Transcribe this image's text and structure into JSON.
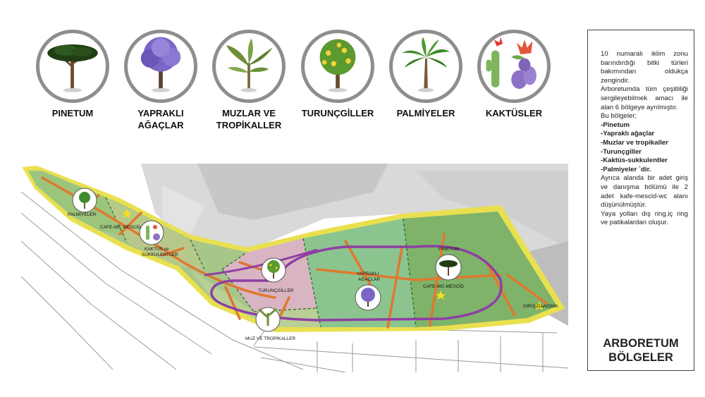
{
  "legend": [
    {
      "id": "pinetum",
      "lines": [
        "PINETUM"
      ],
      "icon": "pine-tree-icon"
    },
    {
      "id": "yaprakli",
      "lines": [
        "YAPRAKLI",
        "AĞAÇLAR"
      ],
      "icon": "jacaranda-tree-icon"
    },
    {
      "id": "muzlar",
      "lines": [
        "MUZLAR VE",
        "TROPİKALLER"
      ],
      "icon": "banana-plant-icon"
    },
    {
      "id": "turuncgiller",
      "lines": [
        "TURUNÇGİLLER"
      ],
      "icon": "citrus-tree-icon"
    },
    {
      "id": "palmiyeler",
      "lines": [
        "PALMİYELER"
      ],
      "icon": "palm-tree-icon"
    },
    {
      "id": "kaktusler",
      "lines": [
        "KAKTÜSLER"
      ],
      "icon": "cactus-icon"
    }
  ],
  "map": {
    "labels": {
      "palmiyeler": "PALMİYELER",
      "cafe_wc_mescid_1": "CAFE-WC-MESCİD",
      "kaktus_line1": "KAKTÜS ve",
      "kaktus_line2": "SUKKULENTLER",
      "turuncgiller": "TURUNÇGİLLER",
      "muz_tropikaller": "MUZ VE TROPİKALLER",
      "yaprakli_line1": "YAPRAKLI",
      "yaprakli_line2": "AĞAÇLAR",
      "pinetum": "PİNETUM",
      "cafe_wc_mescid_2": "CAFE-WC-MESCİD",
      "giris_danisma": "GİRİŞ-DANIŞMA"
    },
    "colors": {
      "outer_ring": "#e9e04f",
      "inner_ring": "#8e3fa3",
      "paths": "#e0782f",
      "zone_green": "#7fb36a",
      "zone_pink": "#d9b4c3"
    }
  },
  "info": {
    "para1": "10 numaralı iklim zonu barındırdığı bitki türleri bakımından oldukça zengindir.",
    "para2": "Arboretumda tüm çeşitliliği sergileyebilmek amacı ile alan 6 bölgeye ayrılmıştır.",
    "para3": "Bu bölgeler;",
    "list": [
      "-Pinetum",
      "-Yapraklı ağaçlar",
      "-Muzlar ve tropikaller",
      "-Turunçgiller",
      "-Kaktüs-sukkulentler",
      "-Palmiyeler `dir."
    ],
    "para4": "Ayrıca alanda bir adet giriş ve danışma bölümü ile 2 adet kafe-mescid-wc alanı düşünülmüştür.",
    "para5": "Yaya yolları dış ring,iç ring ve patikalardan oluşur.",
    "title_line1": "ARBORETUM",
    "title_line2": "BÖLGELER"
  }
}
